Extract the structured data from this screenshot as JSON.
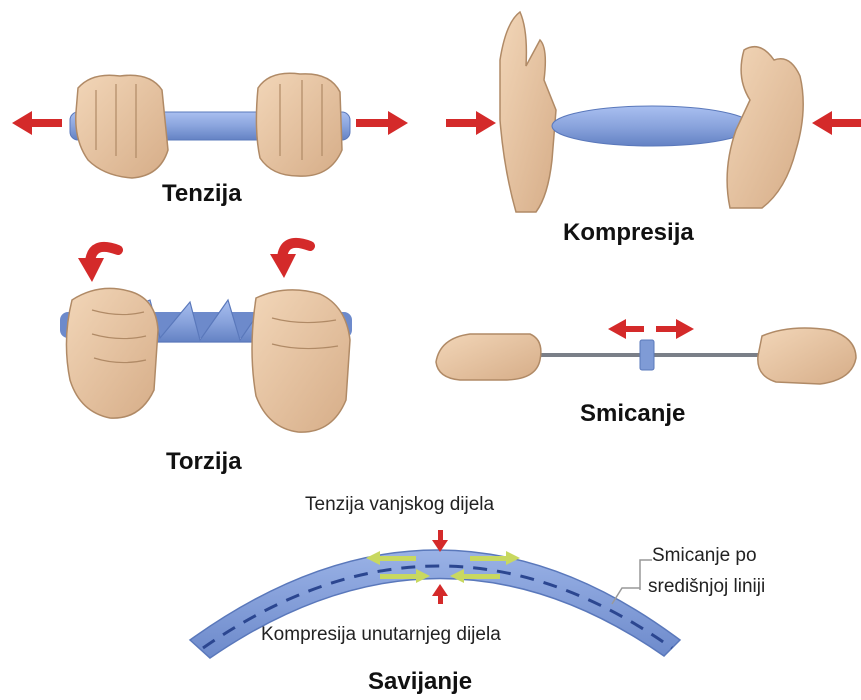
{
  "labels": {
    "tension": "Tenzija",
    "compression": "Kompresija",
    "torsion": "Torzija",
    "shear": "Smicanje",
    "bending": "Savijanje"
  },
  "bending_notes": {
    "outer_tension": "Tenzija vanjskog dijela",
    "inner_compression": "Kompresija unutarnjeg dijela",
    "shear_line_1": "Smicanje po",
    "shear_line_2": "središnjoj liniji"
  },
  "colors": {
    "arrow": "#d42a2a",
    "rod": "#8fa8de",
    "rod_dark": "#5f7fc6",
    "skin": "#e8c9a8",
    "skin_shadow": "#c9a382"
  }
}
